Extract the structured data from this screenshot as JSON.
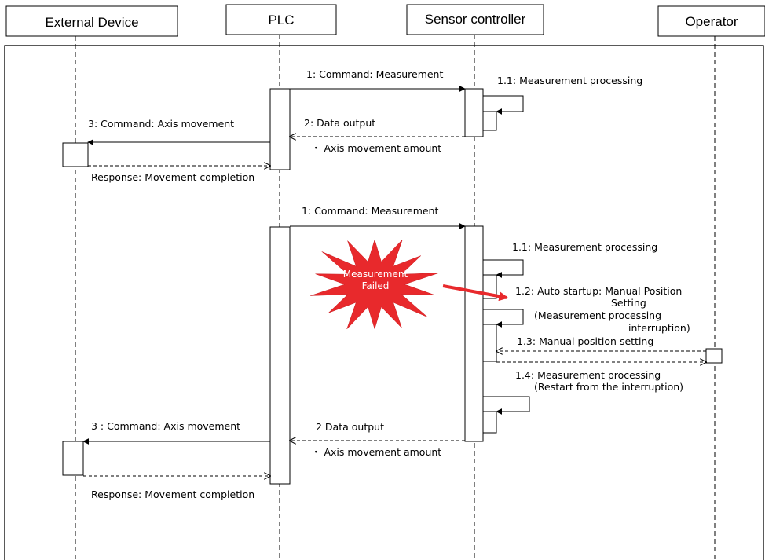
{
  "participants": {
    "external_device": "External Device",
    "plc": "PLC",
    "sensor_controller": "Sensor controller",
    "operator": "Operator"
  },
  "scenario1": {
    "cmd_measurement": "1: Command: Measurement",
    "measurement_processing": "1.1: Measurement processing",
    "data_output": "2: Data output",
    "axis_movement_amount": "・ Axis movement amount",
    "cmd_axis_movement": "3: Command: Axis movement",
    "response_completion": "Response: Movement completion"
  },
  "scenario2": {
    "cmd_measurement": "1: Command: Measurement",
    "measurement_processing": "1.1: Measurement processing",
    "failure_burst": {
      "line1": "Measurement",
      "line2": "Failed",
      "color": "#e8292c"
    },
    "auto_startup_line1": "1.2: Auto startup: Manual Position",
    "auto_startup_line2": "Setting",
    "auto_startup_line3": "(Measurement processing",
    "auto_startup_line4": "interruption)",
    "manual_position_setting": "1.3: Manual position setting",
    "measurement_restart_line1": "1.4: Measurement processing",
    "measurement_restart_line2": "(Restart from the interruption)",
    "data_output": "2 Data output",
    "axis_movement_amount": "・ Axis movement amount",
    "cmd_axis_movement": "3 : Command: Axis movement",
    "response_completion": "Response: Movement completion"
  }
}
